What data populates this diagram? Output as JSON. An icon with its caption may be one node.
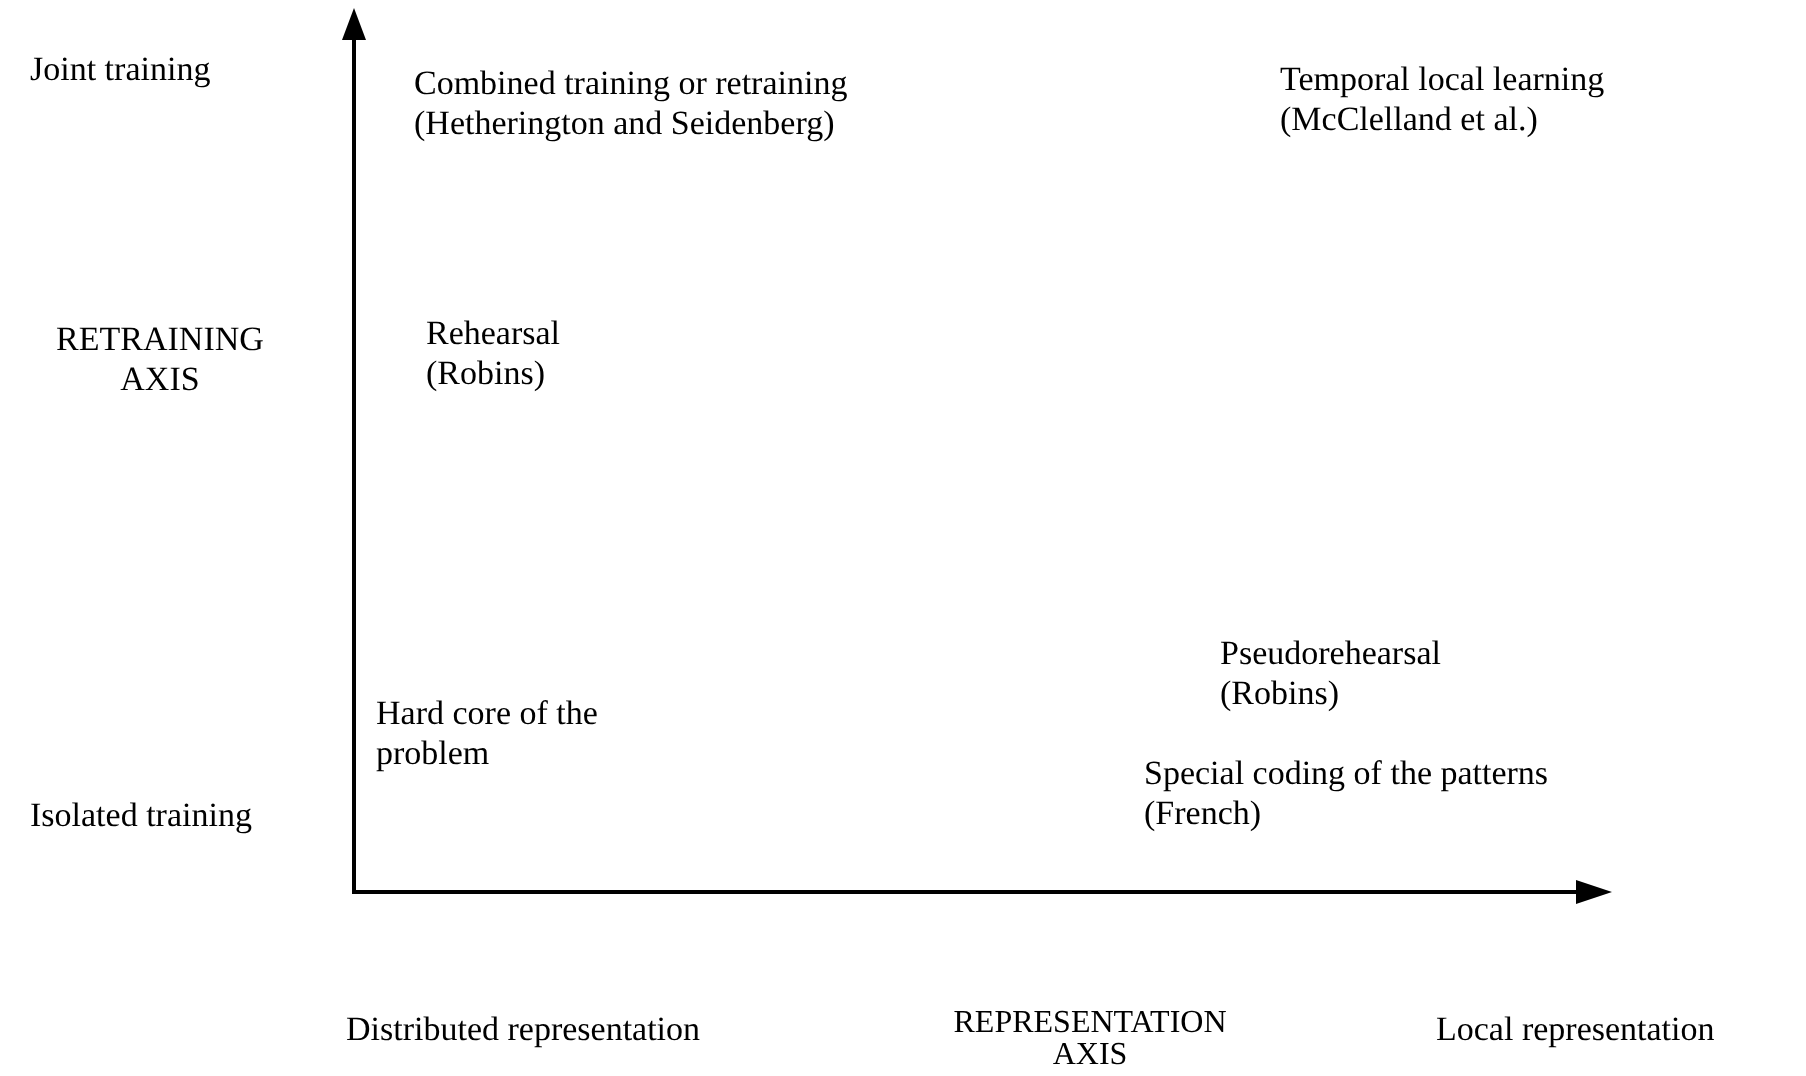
{
  "diagram": {
    "labels": [
      "Joint training",
      "Combined training or retraining (Hetherington and Seidenberg)",
      "Temporal local learning (McClelland et al.)",
      "RETRAINING AXIS",
      "Rehearsal (Robins)",
      "Pseudorehearsal (Robins)",
      "Hard core of the problem",
      "Special coding of the patterns (French)",
      "Isolated training",
      "Distributed representation",
      "REPRESENTATION AXIS",
      "Local representation"
    ]
  }
}
